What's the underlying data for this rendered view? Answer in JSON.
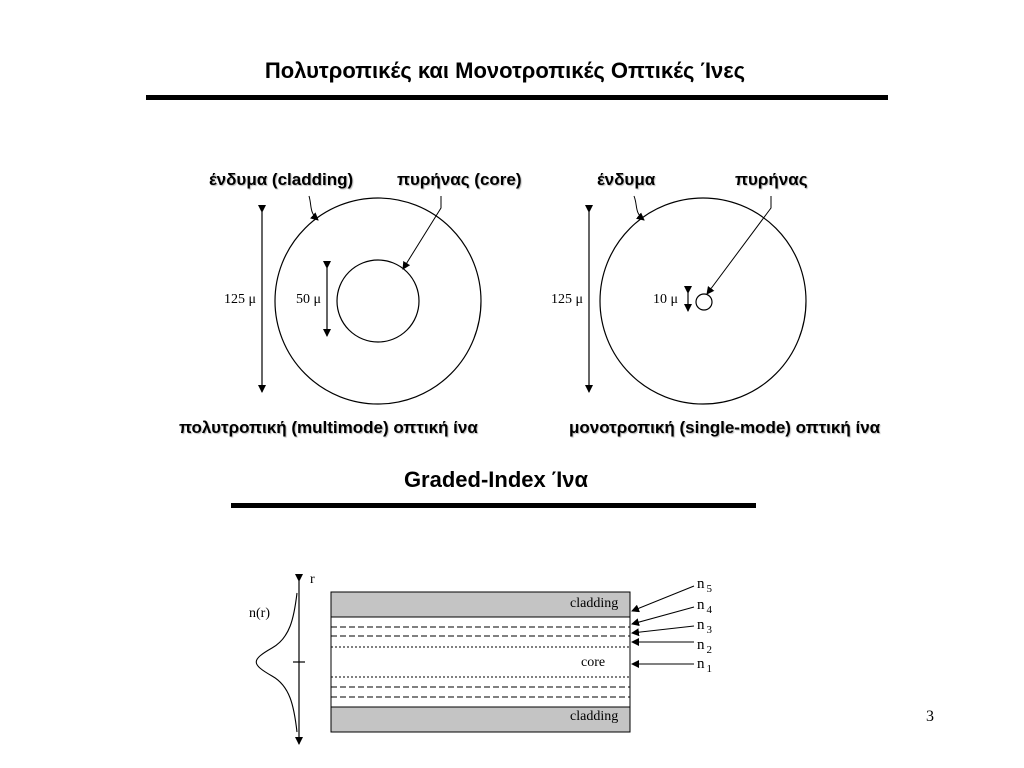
{
  "slide": {
    "title": "Πολυτροπικές και Μονοτροπικές Οπτικές Ίνες",
    "subtitle": "Graded-Index Ίνα",
    "page_number": "3"
  },
  "multimode": {
    "cladding_label": "ένδυμα (cladding)",
    "core_label": "πυρήνας (core)",
    "outer_dimension": "125 μ",
    "core_dimension": "50 μ",
    "caption": "πολυτροπική (multimode) οπτική ίνα"
  },
  "singlemode": {
    "cladding_label": "ένδυμα",
    "core_label": "πυρήνας",
    "outer_dimension": "125 μ",
    "core_dimension": "10 μ",
    "caption": "μονοτροπική (single-mode) οπτική ίνα"
  },
  "graded_index": {
    "axis_label": "r",
    "profile_label": "n(r)",
    "top_layer_label": "cladding",
    "core_label": "core",
    "bottom_layer_label": "cladding",
    "indices": [
      {
        "symbol": "n",
        "subscript": "5"
      },
      {
        "symbol": "n",
        "subscript": "4"
      },
      {
        "symbol": "n",
        "subscript": "3"
      },
      {
        "symbol": "n",
        "subscript": "2"
      },
      {
        "symbol": "n",
        "subscript": "1"
      }
    ]
  },
  "colors": {
    "cladding_fill": "#c4c4c4",
    "line": "#000000"
  }
}
